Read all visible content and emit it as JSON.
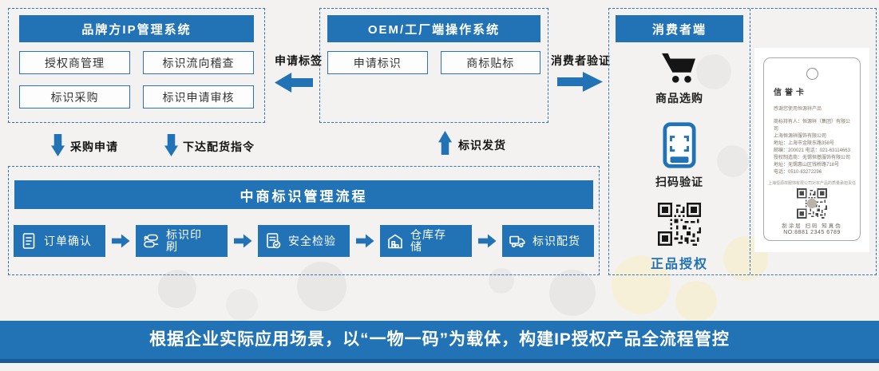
{
  "colors": {
    "primary": "#2173b6",
    "dark_strip": "#1a5b95",
    "dashed_border": "#2e75b6"
  },
  "brand": {
    "title": "品牌方IP管理系统",
    "items": [
      "授权商管理",
      "标识流向稽查",
      "标识采购",
      "标识申请审核"
    ]
  },
  "oem": {
    "title": "OEM/工厂端操作系统",
    "items": [
      "申请标识",
      "商标贴标"
    ]
  },
  "consumer": {
    "title": "消费者端",
    "items": [
      {
        "icon": "cart-icon",
        "label": "商品选购"
      },
      {
        "icon": "scan-phone-icon",
        "label": "扫码验证"
      },
      {
        "icon": "qr-code",
        "label": "正品授权"
      }
    ]
  },
  "flows": {
    "apply_tag": "申请标签",
    "consumer_verify": "消费者验证",
    "purchase_request": "采购申请",
    "dispatch_order": "下达配货指令",
    "label_shipping": "标识发货"
  },
  "process": {
    "title": "中商标识管理流程",
    "steps": [
      {
        "icon": "order-icon",
        "label": "订单确认"
      },
      {
        "icon": "print-icon",
        "label": "标识印\n刷"
      },
      {
        "icon": "inspect-icon",
        "label": "安全检验"
      },
      {
        "icon": "warehouse-icon",
        "label": "仓库存\n储"
      },
      {
        "icon": "truck-icon",
        "label": "标识配货"
      }
    ]
  },
  "card": {
    "title": "信誉卡",
    "thanks": "感谢您使用恒源祥产品",
    "lines": [
      "商标持有人：恒源祥（集团）有限公司",
      "上海恒源祥服饰有限公司",
      "地址：上海市金陵东路358号",
      "邮编：200021  电话：021-63114663",
      "授权制造商：无锡恒基服饰有限公司",
      "地址：无锡惠山区钱桥路718号",
      "电话：0510-83272296"
    ],
    "disclaimer": "上海恒源祥服饰有限公司对本产品的质量承担责任",
    "scratch": "刮涂层 扫码 知真伪",
    "serial": "NO:8881 2345 6789"
  },
  "banner": {
    "text": "根据企业实际应用场景，以“一物一码”为载体，构建IP授权产品全流程管控"
  }
}
